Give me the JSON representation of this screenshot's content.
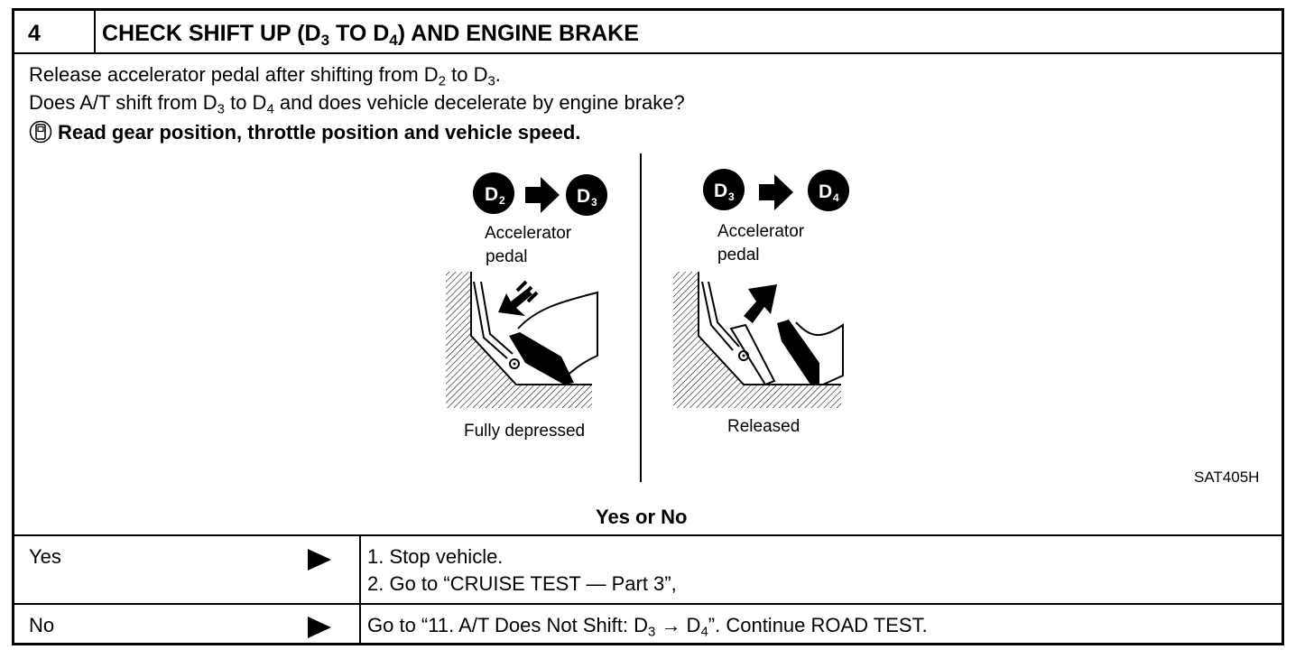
{
  "header": {
    "step_number": "4",
    "title_pre": "CHECK SHIFT UP (D",
    "title_sub1": "3",
    "title_mid": " TO D",
    "title_sub2": "4",
    "title_post": ") AND ENGINE BRAKE"
  },
  "instructions": {
    "line1_pre": "Release accelerator pedal after shifting from D",
    "line1_sub1": "2",
    "line1_mid": " to D",
    "line1_sub2": "3",
    "line1_post": ".",
    "line2_pre": "Does A/T shift from D",
    "line2_sub1": "3",
    "line2_mid": " to D",
    "line2_sub2": "4",
    "line2_post": " and does vehicle decelerate by engine brake?",
    "line3": "Read gear position, throttle position and vehicle speed."
  },
  "figure": {
    "left": {
      "from_letter": "D",
      "from_sub": "2",
      "to_letter": "D",
      "to_sub": "3",
      "label_line1": "Accelerator",
      "label_line2": "pedal",
      "caption": "Fully depressed"
    },
    "right": {
      "from_letter": "D",
      "from_sub": "3",
      "to_letter": "D",
      "to_sub": "4",
      "label_line1": "Accelerator",
      "label_line2": "pedal",
      "caption": "Released"
    },
    "code": "SAT405H"
  },
  "question": "Yes or No",
  "results": {
    "yes": {
      "label": "Yes",
      "item1": "1.  Stop vehicle.",
      "item2": "2.  Go to “CRUISE TEST — Part 3”,"
    },
    "no": {
      "label": "No",
      "action_pre": "Go to “11. A/T Does Not Shift: D",
      "action_sub1": "3",
      "action_mid": " → D",
      "action_sub2": "4",
      "action_post": "”. Continue ROAD TEST."
    }
  },
  "colors": {
    "ink": "#000000",
    "paper": "#ffffff"
  }
}
